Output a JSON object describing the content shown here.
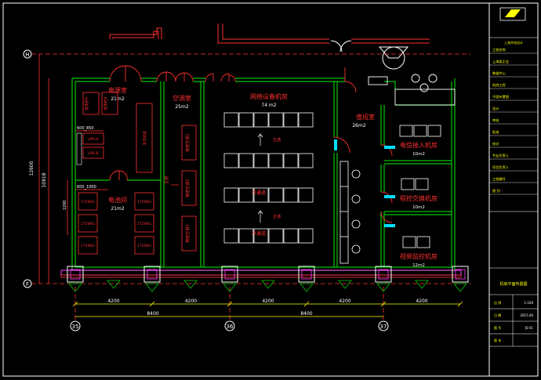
{
  "colors": {
    "background": "#000000",
    "wall": "#00c800",
    "red": "#ff3030",
    "magenta": "#ff40ff",
    "yellow": "#ffff00",
    "white": "#ffffff",
    "cyan": "#00e0ff",
    "gray": "#a0a0a0"
  },
  "grid_axes": {
    "left_top": "H",
    "left_bottom": "F",
    "bottom": [
      "35",
      "36",
      "37"
    ]
  },
  "rooms": {
    "power_room": {
      "name": "电源室",
      "area": "21m2"
    },
    "ac_room": {
      "name": "空调室",
      "area": "25m2"
    },
    "network_room": {
      "name": "网络设备机房",
      "area": "74 m2"
    },
    "duty_room": {
      "name": "值班室",
      "area": "26m2"
    },
    "telecom_access": {
      "name": "电信接入机房",
      "area": "10m2"
    },
    "exchange_room": {
      "name": "程控交换机房",
      "area": "10m2"
    },
    "security_room": {
      "name": "视频监控机房",
      "area": "12m2"
    },
    "battery_room": {
      "name": "电池间",
      "area": "21m2"
    }
  },
  "equipment_labels": {
    "dist_a": "配电柜A",
    "dist_b": "配电柜B",
    "ups_cabinets": [
      "UPS-A",
      "UPS-B"
    ],
    "battery_cells": [
      "1720KG",
      "1720KG",
      "1720KG"
    ],
    "battery_left": [
      "1720KG",
      "1720KG",
      "1720KG"
    ],
    "ac_units": [
      "精密空调1",
      "精密空调2",
      "精密空调3"
    ],
    "feed_label": "新风机组",
    "cold_aisle_1": "冷通道",
    "cold_aisle_2": "冷通道",
    "hot_aisle_1": "主通",
    "hot_aisle_2": "主通",
    "entry": "主通",
    "small_label_1": "600_850",
    "small_label_2": "600_1000"
  },
  "dimensions": {
    "spans": [
      "4200",
      "4200",
      "4200",
      "4200",
      "4200"
    ],
    "totals": [
      "8400",
      "8400"
    ],
    "left_outer": "12600",
    "left_inner": "10918",
    "left_small": "1200"
  },
  "title_block": {
    "company": "上海华电设计",
    "rows": [
      "工程名称",
      "上海某企业",
      "数据中心",
      "机房工程",
      "平面布置图",
      "设计",
      "审核",
      "批准",
      "校对",
      "专业负责人",
      "项目负责人",
      "工程编号",
      "图 别",
      "图 号",
      "日 期",
      "比 例",
      "版 本"
    ],
    "drawing_title": "机房平面布置图",
    "scale_value": "1:100",
    "sheet": "JS-01",
    "date": "2015.06"
  }
}
